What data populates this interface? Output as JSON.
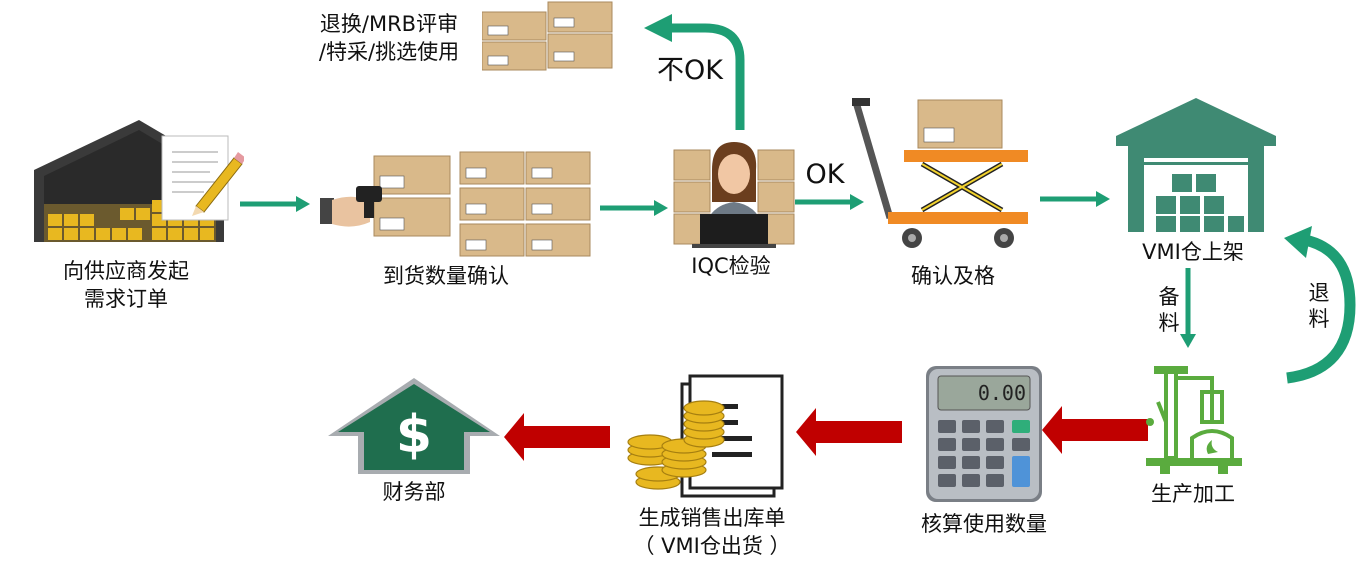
{
  "steps": {
    "order": {
      "line1": "向供应商发起",
      "line2": "需求订单",
      "icon": "warehouse-order-icon"
    },
    "receive": {
      "label": "到货数量确认",
      "icon": "barcode-scan-boxes-icon"
    },
    "iqc": {
      "label": "IQC检验",
      "icon": "inspector-laptop-icon"
    },
    "qualified": {
      "label": "确认及格",
      "icon": "lift-cart-icon"
    },
    "vmi_shelve": {
      "label": "VMI仓上架",
      "icon": "green-warehouse-icon"
    },
    "production": {
      "label": "生产加工",
      "icon": "green-factory-icon"
    },
    "calculate": {
      "label": "核算使用数量",
      "icon": "calculator-icon"
    },
    "sales_order": {
      "line1": "生成销售出库单",
      "line2": "（ VMI仓出货 ）",
      "icon": "coins-document-icon"
    },
    "finance": {
      "label": "财务部",
      "icon": "dollar-house-icon"
    },
    "reject": {
      "line1": "退换/MRB评审",
      "line2": "/特采/挑选使用",
      "icon": "returned-boxes-icon"
    }
  },
  "arrows": {
    "ok": "OK",
    "not_ok": "不OK",
    "prepare_material": "备料",
    "return_material": "退料"
  },
  "calculator": {
    "display": "0.00"
  },
  "colors": {
    "green": "#1e9e74",
    "red": "#c00000",
    "house_green": "#1f6e4e",
    "warehouse_green": "#3f8a73",
    "factory_green": "#5aab3e"
  }
}
